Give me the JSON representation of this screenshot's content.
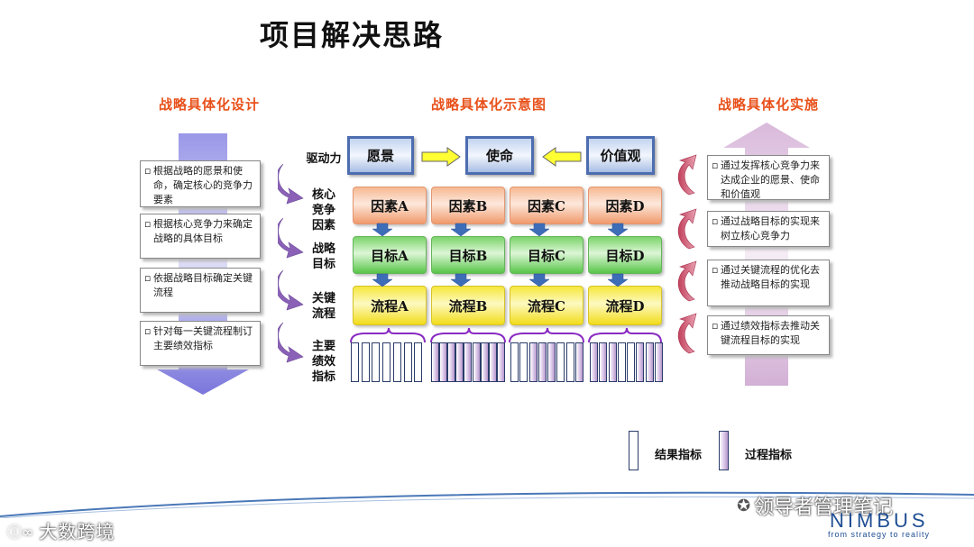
{
  "title": "项目解决思路",
  "sections": {
    "left": "战略具体化设计",
    "center": "战略具体化示意图",
    "right": "战略具体化实施"
  },
  "left_steps": [
    {
      "text": "根据战略的愿景和使命，确定核心的竞争力要素"
    },
    {
      "text": "根据核心竞争力来确定战略的具体目标"
    },
    {
      "text": "依据战略目标确定关键流程"
    },
    {
      "text": "针对每一关键流程制订主要绩效指标"
    }
  ],
  "row_labels": {
    "driver": "驱动力",
    "core": "核心竞争因素",
    "goal": "战略目标",
    "flow": "关键流程",
    "kpi": "主要绩效指标"
  },
  "drivers": [
    "愿景",
    "使命",
    "价值观"
  ],
  "factors": [
    "因素A",
    "因素B",
    "因素C",
    "因素D"
  ],
  "goals": [
    "目标A",
    "目标B",
    "目标C",
    "目标D"
  ],
  "flows": [
    "流程A",
    "流程B",
    "流程C",
    "流程D"
  ],
  "kpi_groups": [
    [
      "result",
      "result",
      "result",
      "result",
      "result",
      "result",
      "result"
    ],
    [
      "process",
      "process",
      "process",
      "process",
      "process",
      "process",
      "process",
      "process",
      "process"
    ],
    [
      "result",
      "result",
      "process",
      "process",
      "process",
      "result",
      "result",
      "process"
    ],
    [
      "process",
      "process",
      "process",
      "result",
      "result",
      "process",
      "process",
      "process"
    ]
  ],
  "right_steps": [
    {
      "text": "通过发挥核心竞争力来达成企业的愿景、使命和价值观"
    },
    {
      "text": "通过战略目标的实现来树立核心竞争力"
    },
    {
      "text": "通过关键流程的优化去推动战略目标的实现"
    },
    {
      "text": "通过绩效指标去推动关键流程目标的实现"
    }
  ],
  "legend": {
    "result": "结果指标",
    "process": "过程指标"
  },
  "footer": {
    "wechat": "领导者管理笔记",
    "brand": "NIMBUS",
    "slogan": "from strategy to reality",
    "watermark": "大数跨境"
  },
  "colors": {
    "section_red": "#e8501a",
    "left_arrow": "#8c88e0",
    "right_arrow": "#d6b5d8",
    "curve_arrow": "#8b61b8"
  }
}
